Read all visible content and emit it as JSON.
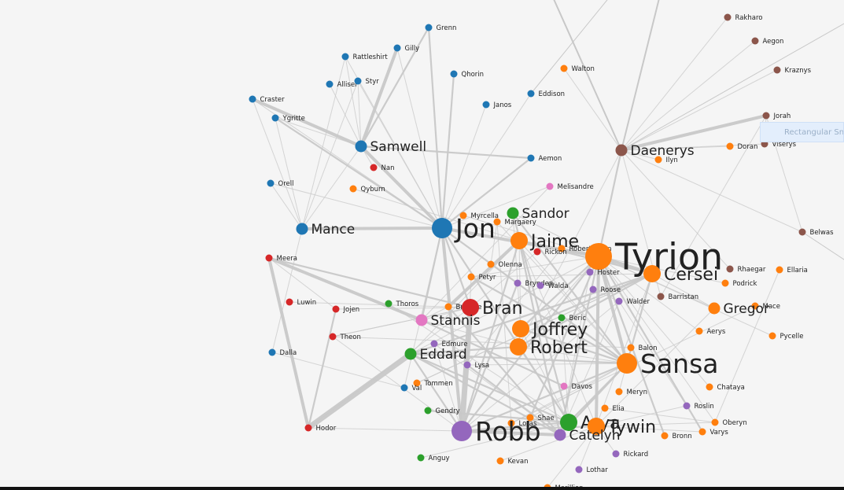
{
  "colors": {
    "blue": "#1f77b4",
    "orange": "#ff7f0e",
    "green": "#2ca02c",
    "red": "#d62728",
    "purple": "#9467bd",
    "brown": "#8c564b",
    "pink": "#e377c2",
    "edge": "#c8c8c8"
  },
  "tooltip_label": "Rectangular Sn",
  "nodes": [
    {
      "id": "Grenn",
      "group": "blue",
      "size": "s"
    },
    {
      "id": "Gilly",
      "group": "blue",
      "size": "s"
    },
    {
      "id": "Rattleshirt",
      "group": "blue",
      "size": "s"
    },
    {
      "id": "Allisei",
      "group": "blue",
      "size": "s"
    },
    {
      "id": "Styr",
      "group": "blue",
      "size": "s"
    },
    {
      "id": "Qhorin",
      "group": "blue",
      "size": "s"
    },
    {
      "id": "Eddison",
      "group": "blue",
      "size": "s"
    },
    {
      "id": "Janos",
      "group": "blue",
      "size": "s"
    },
    {
      "id": "Craster",
      "group": "blue",
      "size": "s"
    },
    {
      "id": "Ygritte",
      "group": "blue",
      "size": "s"
    },
    {
      "id": "Samwell",
      "group": "blue",
      "size": "m"
    },
    {
      "id": "Aemon",
      "group": "blue",
      "size": "s"
    },
    {
      "id": "Nan",
      "group": "red",
      "size": "s"
    },
    {
      "id": "Orell",
      "group": "blue",
      "size": "s"
    },
    {
      "id": "Qyburn",
      "group": "orange",
      "size": "s"
    },
    {
      "id": "Melisandre",
      "group": "pink",
      "size": "s"
    },
    {
      "id": "Mance",
      "group": "blue",
      "size": "m"
    },
    {
      "id": "Jon",
      "group": "blue",
      "size": "xl"
    },
    {
      "id": "Myrcella",
      "group": "orange",
      "size": "s"
    },
    {
      "id": "Margaery",
      "group": "orange",
      "size": "s"
    },
    {
      "id": "Sandor",
      "group": "green",
      "size": "m"
    },
    {
      "id": "Jaime",
      "group": "orange",
      "size": "l"
    },
    {
      "id": "Robert Arryn",
      "group": "orange",
      "size": "s"
    },
    {
      "id": "Rickon",
      "group": "red",
      "size": "s"
    },
    {
      "id": "Olenna",
      "group": "orange",
      "size": "s"
    },
    {
      "id": "Tyrion",
      "group": "orange",
      "size": "xxl"
    },
    {
      "id": "Cersei",
      "group": "orange",
      "size": "l"
    },
    {
      "id": "Hoster",
      "group": "purple",
      "size": "s"
    },
    {
      "id": "Petyr",
      "group": "orange",
      "size": "s"
    },
    {
      "id": "Brynden",
      "group": "purple",
      "size": "s"
    },
    {
      "id": "Lysa",
      "group": "purple",
      "size": "s"
    },
    {
      "id": "Roose",
      "group": "purple",
      "size": "s"
    },
    {
      "id": "Meera",
      "group": "red",
      "size": "s"
    },
    {
      "id": "Luwin",
      "group": "red",
      "size": "s"
    },
    {
      "id": "Jojen",
      "group": "red",
      "size": "s"
    },
    {
      "id": "Thoros",
      "group": "green",
      "size": "s"
    },
    {
      "id": "Brienne",
      "group": "orange",
      "size": "s"
    },
    {
      "id": "Bran",
      "group": "red",
      "size": "l"
    },
    {
      "id": "Walder",
      "group": "purple",
      "size": "s"
    },
    {
      "id": "Barristan",
      "group": "brown",
      "size": "s"
    },
    {
      "id": "Rhaegar",
      "group": "brown",
      "size": "s"
    },
    {
      "id": "Podrick",
      "group": "orange",
      "size": "s"
    },
    {
      "id": "Ellaria",
      "group": "orange",
      "size": "s"
    },
    {
      "id": "Mace",
      "group": "orange",
      "size": "s"
    },
    {
      "id": "Gregor",
      "group": "orange",
      "size": "m"
    },
    {
      "id": "Stannis",
      "group": "pink",
      "size": "m"
    },
    {
      "id": "Theon",
      "group": "red",
      "size": "s"
    },
    {
      "id": "Beric",
      "group": "green",
      "size": "s"
    },
    {
      "id": "Joffrey",
      "group": "orange",
      "size": "l"
    },
    {
      "id": "Aerys",
      "group": "orange",
      "size": "s"
    },
    {
      "id": "Pycelle",
      "group": "orange",
      "size": "s"
    },
    {
      "id": "Edmure",
      "group": "purple",
      "size": "s"
    },
    {
      "id": "Robert",
      "group": "orange",
      "size": "l"
    },
    {
      "id": "Dalla",
      "group": "blue",
      "size": "s"
    },
    {
      "id": "Eddard",
      "group": "green",
      "size": "m"
    },
    {
      "id": "Balon",
      "group": "orange",
      "size": "s"
    },
    {
      "id": "Sansa",
      "group": "orange",
      "size": "xl"
    },
    {
      "id": "Tommen",
      "group": "orange",
      "size": "s"
    },
    {
      "id": "Davos",
      "group": "pink",
      "size": "s"
    },
    {
      "id": "Val",
      "group": "blue",
      "size": "s"
    },
    {
      "id": "Meryn",
      "group": "orange",
      "size": "s"
    },
    {
      "id": "Chataya",
      "group": "orange",
      "size": "s"
    },
    {
      "id": "Gendry",
      "group": "green",
      "size": "s"
    },
    {
      "id": "Elia",
      "group": "orange",
      "size": "s"
    },
    {
      "id": "Roslin",
      "group": "purple",
      "size": "s"
    },
    {
      "id": "Shae",
      "group": "orange",
      "size": "s"
    },
    {
      "id": "Loras",
      "group": "orange",
      "size": "s"
    },
    {
      "id": "Arya",
      "group": "green",
      "size": "l"
    },
    {
      "id": "Tywin",
      "group": "orange",
      "size": "l"
    },
    {
      "id": "Oberyn",
      "group": "orange",
      "size": "s"
    },
    {
      "id": "Robb",
      "group": "purple",
      "size": "xl"
    },
    {
      "id": "Catelyn",
      "group": "purple",
      "size": "m"
    },
    {
      "id": "Bronn",
      "group": "orange",
      "size": "s"
    },
    {
      "id": "Varys",
      "group": "orange",
      "size": "s"
    },
    {
      "id": "Hodor",
      "group": "red",
      "size": "s"
    },
    {
      "id": "Rickard",
      "group": "purple",
      "size": "s"
    },
    {
      "id": "Anguy",
      "group": "green",
      "size": "s"
    },
    {
      "id": "Kevan",
      "group": "orange",
      "size": "s"
    },
    {
      "id": "Lothar",
      "group": "purple",
      "size": "s"
    },
    {
      "id": "Marillion",
      "group": "orange",
      "size": "s"
    },
    {
      "id": "Rakharo",
      "group": "brown",
      "size": "s"
    },
    {
      "id": "Aegon",
      "group": "brown",
      "size": "s"
    },
    {
      "id": "Kraznys",
      "group": "brown",
      "size": "s"
    },
    {
      "id": "Walton",
      "group": "orange",
      "size": "s"
    },
    {
      "id": "Jorah",
      "group": "brown",
      "size": "s"
    },
    {
      "id": "Daenerys",
      "group": "brown",
      "size": "m"
    },
    {
      "id": "Ilyn",
      "group": "orange",
      "size": "s"
    },
    {
      "id": "Doran",
      "group": "orange",
      "size": "s"
    },
    {
      "id": "Viserys",
      "group": "brown",
      "size": "s"
    },
    {
      "id": "Belwas",
      "group": "brown",
      "size": "s"
    },
    {
      "id": "Walda",
      "group": "purple",
      "size": "s"
    }
  ],
  "links": [
    [
      "Jon",
      "Samwell",
      3
    ],
    [
      "Jon",
      "Mance",
      3
    ],
    [
      "Jon",
      "Grenn",
      2
    ],
    [
      "Jon",
      "Gilly",
      1
    ],
    [
      "Jon",
      "Qhorin",
      2
    ],
    [
      "Jon",
      "Aemon",
      2
    ],
    [
      "Jon",
      "Ygritte",
      2
    ],
    [
      "Jon",
      "Janos",
      1
    ],
    [
      "Jon",
      "Eddison",
      1
    ],
    [
      "Jon",
      "Robb",
      3
    ],
    [
      "Jon",
      "Tyrion",
      3
    ],
    [
      "Jon",
      "Sansa",
      2
    ],
    [
      "Jon",
      "Bran",
      2
    ],
    [
      "Jon",
      "Stannis",
      2
    ],
    [
      "Jon",
      "Arya",
      2
    ],
    [
      "Jon",
      "Melisandre",
      1
    ],
    [
      "Jon",
      "Rattleshirt",
      1
    ],
    [
      "Jon",
      "Styr",
      1
    ],
    [
      "Jon",
      "Craster",
      1
    ],
    [
      "Jon",
      "Orell",
      1
    ],
    [
      "Samwell",
      "Gilly",
      3
    ],
    [
      "Samwell",
      "Grenn",
      2
    ],
    [
      "Samwell",
      "Craster",
      3
    ],
    [
      "Samwell",
      "Aemon",
      2
    ],
    [
      "Samwell",
      "Rattleshirt",
      1
    ],
    [
      "Samwell",
      "Allisei",
      1
    ],
    [
      "Samwell",
      "Mance",
      1
    ],
    [
      "Samwell",
      "Ygritte",
      1
    ],
    [
      "Samwell",
      "Styr",
      1
    ],
    [
      "Samwell",
      "Nan",
      1
    ],
    [
      "Mance",
      "Rattleshirt",
      1
    ],
    [
      "Mance",
      "Ygritte",
      1
    ],
    [
      "Mance",
      "Craster",
      1
    ],
    [
      "Mance",
      "Dalla",
      1
    ],
    [
      "Mance",
      "Styr",
      1
    ],
    [
      "Mance",
      "Orell",
      1
    ],
    [
      "Meera",
      "Hodor",
      3
    ],
    [
      "Meera",
      "Jojen",
      1
    ],
    [
      "Meera",
      "Bran",
      2
    ],
    [
      "Jojen",
      "Hodor",
      2
    ],
    [
      "Jojen",
      "Bran",
      1
    ],
    [
      "Luwin",
      "Bran",
      1
    ],
    [
      "Theon",
      "Bran",
      1
    ],
    [
      "Hodor",
      "Bran",
      1
    ],
    [
      "Hodor",
      "Robb",
      1
    ],
    [
      "Eddard",
      "Robert",
      2
    ],
    [
      "Eddard",
      "Catelyn",
      2
    ],
    [
      "Eddard",
      "Arya",
      2
    ],
    [
      "Eddard",
      "Sansa",
      2
    ],
    [
      "Eddard",
      "Robb",
      2
    ],
    [
      "Eddard",
      "Tyrion",
      1
    ],
    [
      "Eddard",
      "Jaime",
      1
    ],
    [
      "Eddard",
      "Cersei",
      2
    ],
    [
      "Robb",
      "Catelyn",
      3
    ],
    [
      "Robb",
      "Sansa",
      2
    ],
    [
      "Robb",
      "Tywin",
      2
    ],
    [
      "Robb",
      "Jaime",
      2
    ],
    [
      "Robb",
      "Bran",
      5
    ],
    [
      "Robb",
      "Arya",
      2
    ],
    [
      "Robb",
      "Theon",
      1
    ],
    [
      "Robb",
      "Tyrion",
      2
    ],
    [
      "Robb",
      "Walder",
      1
    ],
    [
      "Robb",
      "Edmure",
      1
    ],
    [
      "Robb",
      "Brynden",
      2
    ],
    [
      "Catelyn",
      "Brienne",
      2
    ],
    [
      "Catelyn",
      "Jaime",
      2
    ],
    [
      "Catelyn",
      "Tyrion",
      2
    ],
    [
      "Catelyn",
      "Lysa",
      2
    ],
    [
      "Catelyn",
      "Arya",
      1
    ],
    [
      "Catelyn",
      "Sansa",
      2
    ],
    [
      "Catelyn",
      "Walder",
      1
    ],
    [
      "Tyrion",
      "Cersei",
      3
    ],
    [
      "Tyrion",
      "Jaime",
      2
    ],
    [
      "Tyrion",
      "Sansa",
      3
    ],
    [
      "Tyrion",
      "Tywin",
      3
    ],
    [
      "Tyrion",
      "Joffrey",
      2
    ],
    [
      "Tyrion",
      "Bronn",
      2
    ],
    [
      "Tyrion",
      "Varys",
      2
    ],
    [
      "Tyrion",
      "Shae",
      2
    ],
    [
      "Tyrion",
      "Podrick",
      1
    ],
    [
      "Tyrion",
      "Oberyn",
      1
    ],
    [
      "Tyrion",
      "Robert",
      1
    ],
    [
      "Tyrion",
      "Gregor",
      1
    ],
    [
      "Tyrion",
      "Daenerys",
      2
    ],
    [
      "Tyrion",
      "Sandor",
      1
    ],
    [
      "Tyrion",
      "Pycelle",
      1
    ],
    [
      "Tyrion",
      "Aerys",
      1
    ],
    [
      "Cersei",
      "Jaime",
      2
    ],
    [
      "Cersei",
      "Joffrey",
      2
    ],
    [
      "Cersei",
      "Sansa",
      2
    ],
    [
      "Cersei",
      "Robert",
      2
    ],
    [
      "Cersei",
      "Tywin",
      1
    ],
    [
      "Cersei",
      "Gregor",
      1
    ],
    [
      "Cersei",
      "Tommen",
      1
    ],
    [
      "Jaime",
      "Brienne",
      3
    ],
    [
      "Jaime",
      "Joffrey",
      1
    ],
    [
      "Jaime",
      "Sansa",
      1
    ],
    [
      "Jaime",
      "Tywin",
      1
    ],
    [
      "Joffrey",
      "Sansa",
      2
    ],
    [
      "Joffrey",
      "Robert",
      1
    ],
    [
      "Joffrey",
      "Sandor",
      1
    ],
    [
      "Joffrey",
      "Arya",
      1
    ],
    [
      "Robert",
      "Stannis",
      1
    ],
    [
      "Robert",
      "Sansa",
      1
    ],
    [
      "Robert",
      "Arya",
      1
    ],
    [
      "Robert",
      "Daenerys",
      1
    ],
    [
      "Sansa",
      "Petyr",
      2
    ],
    [
      "Sansa",
      "Arya",
      2
    ],
    [
      "Sansa",
      "Sandor",
      2
    ],
    [
      "Sansa",
      "Lysa",
      1
    ],
    [
      "Sansa",
      "Shae",
      1
    ],
    [
      "Sansa",
      "Loras",
      1
    ],
    [
      "Sansa",
      "Meryn",
      1
    ],
    [
      "Sansa",
      "Margaery",
      1
    ],
    [
      "Arya",
      "Sandor",
      2
    ],
    [
      "Arya",
      "Gendry",
      2
    ],
    [
      "Arya",
      "Beric",
      1
    ],
    [
      "Arya",
      "Thoros",
      1
    ],
    [
      "Arya",
      "Anguy",
      1
    ],
    [
      "Bran",
      "Stannis",
      1
    ],
    [
      "Bran",
      "Theon",
      1
    ],
    [
      "Stannis",
      "Davos",
      2
    ],
    [
      "Stannis",
      "Melisandre",
      1
    ],
    [
      "Stannis",
      "Brienne",
      1
    ],
    [
      "Stannis",
      "Meera",
      3
    ],
    [
      "Eddard",
      "Hodor",
      6
    ],
    [
      "Petyr",
      "Lysa",
      1
    ],
    [
      "Petyr",
      "Cersei",
      1
    ],
    [
      "Petyr",
      "Tyrion",
      1
    ],
    [
      "Daenerys",
      "Jorah",
      4
    ],
    [
      "Daenerys",
      "Viserys",
      1
    ],
    [
      "Daenerys",
      "Barristan",
      1
    ],
    [
      "Daenerys",
      "Belwas",
      1
    ],
    [
      "Daenerys",
      "Rakharo",
      1
    ],
    [
      "Daenerys",
      "Aegon",
      1
    ],
    [
      "Daenerys",
      "Kraznys",
      1
    ],
    [
      "Daenerys",
      "Walton",
      1
    ],
    [
      "Daenerys",
      "Ilyn",
      1
    ],
    [
      "Daenerys",
      "Rhaegar",
      1
    ],
    [
      "Daenerys",
      "Doran",
      1
    ],
    [
      "Jorah",
      "Belwas",
      1
    ],
    [
      "Jorah",
      "Viserys",
      1
    ],
    [
      "Jorah",
      "Barristan",
      1
    ],
    [
      "Tywin",
      "Varys",
      1
    ],
    [
      "Tywin",
      "Oberyn",
      1
    ],
    [
      "Tywin",
      "Kevan",
      1
    ],
    [
      "Tywin",
      "Lothar",
      1
    ],
    [
      "Tywin",
      "Rickard",
      1
    ],
    [
      "Tywin",
      "Roslin",
      1
    ],
    [
      "Tywin",
      "Gregor",
      1
    ],
    [
      "Tywin",
      "Marillion",
      1
    ],
    [
      "Loras",
      "Margaery",
      1
    ],
    [
      "Olenna",
      "Margaery",
      1
    ],
    [
      "Olenna",
      "Sansa",
      1
    ],
    [
      "Myrcella",
      "Tyrion",
      1
    ],
    [
      "Walder",
      "Roslin",
      1
    ],
    [
      "Roose",
      "Walder",
      1
    ],
    [
      "Hoster",
      "Catelyn",
      1
    ],
    [
      "Edmure",
      "Catelyn",
      1
    ],
    [
      "Tommen",
      "Cersei",
      1
    ],
    [
      "Val",
      "Jon",
      1
    ],
    [
      "Dalla",
      "Val",
      1
    ],
    [
      "Balon",
      "Theon",
      1
    ],
    [
      "Elia",
      "Oberyn",
      1
    ],
    [
      "Chataya",
      "Tyrion",
      1
    ],
    [
      "Mace",
      "Loras",
      1
    ],
    [
      "Ellaria",
      "Oberyn",
      1
    ],
    [
      "Rickon",
      "Bran",
      1
    ],
    [
      "Robert Arryn",
      "Lysa",
      1
    ],
    [
      "Qyburn",
      "Jaime",
      1
    ]
  ]
}
